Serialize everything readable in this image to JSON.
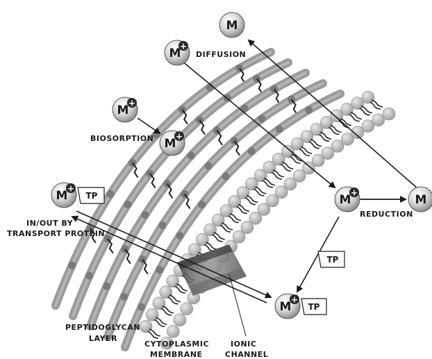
{
  "ion_letter": "M",
  "tp_label": "TP",
  "labels": {
    "diffusion": "DIFFUSION",
    "biosorption": "BIOSORPTION",
    "transport_1": "IN/OUT BY",
    "transport_2": "TRANSPORT PROTEIN",
    "reduction": "REDUCTION",
    "peptidoglycan_1": "PEPTIDOGLYCAN",
    "peptidoglycan_2": "LAYER",
    "cytoplasmic_1": "CYTOPLASMIC",
    "cytoplasmic_2": "MEMBRANE",
    "ionic_1": "IONIC",
    "ionic_2": "CHANNEL"
  },
  "colors": {
    "strand": "#9a9a9a",
    "strand_dark": "#6f6f6f",
    "bead": "#7a7a7a",
    "lipid_head": "#b5b5b5",
    "ion_body": "#d9d9d9",
    "ion_plus": "#2b2b2b",
    "arrow": "#1a1a1a"
  }
}
